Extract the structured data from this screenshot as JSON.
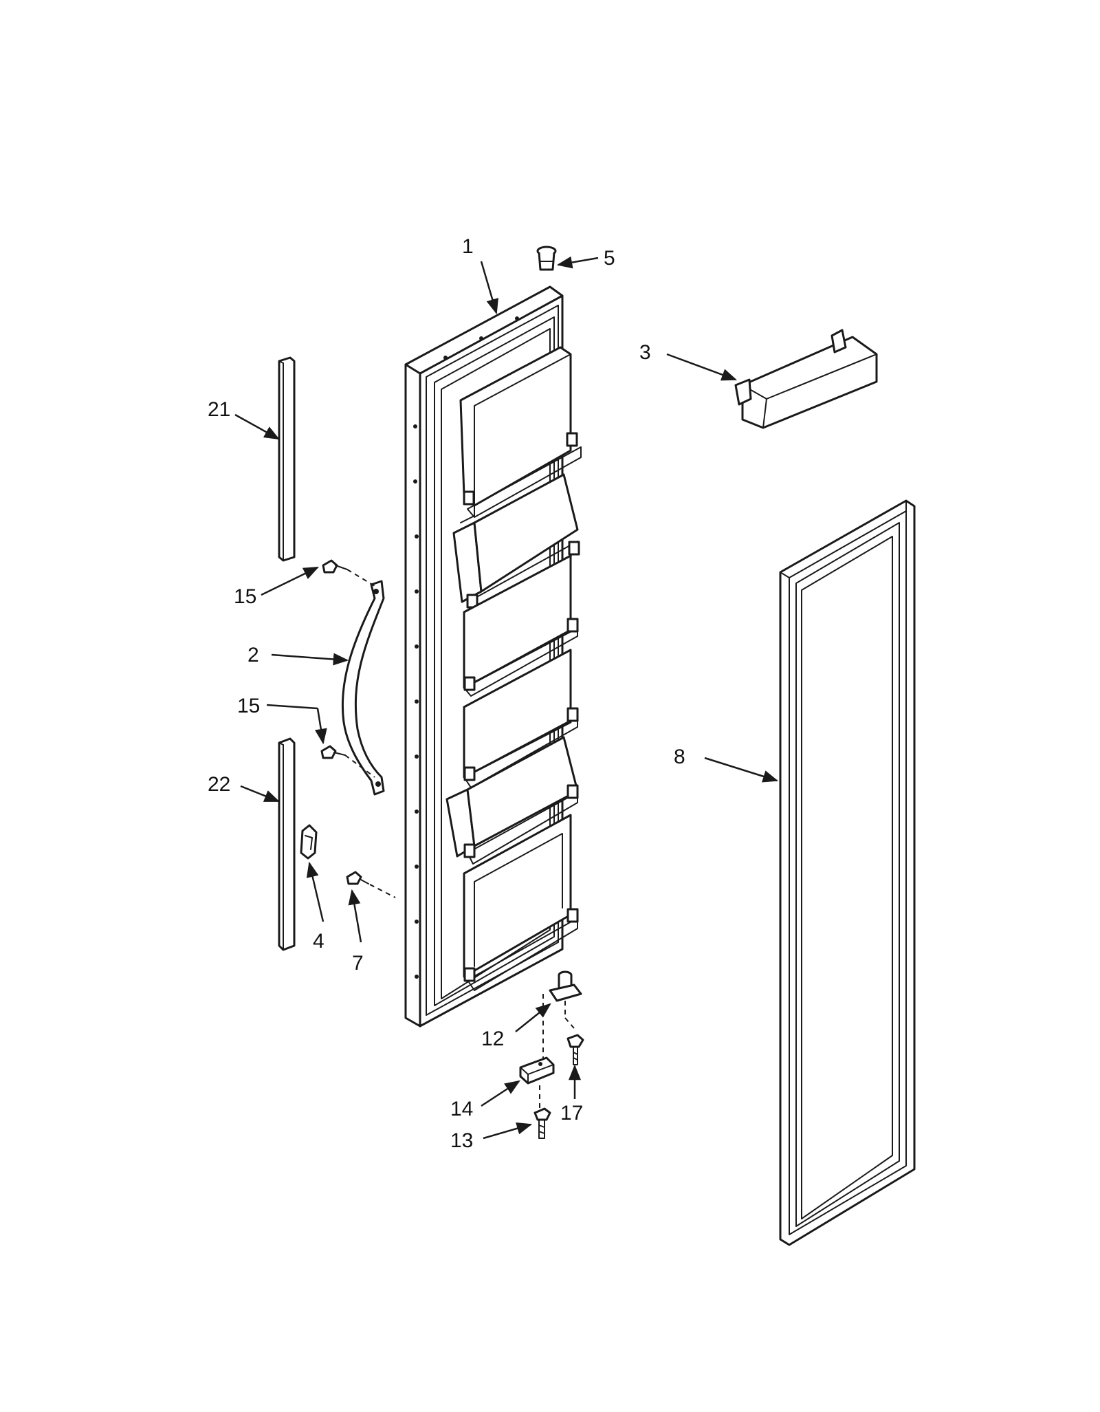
{
  "callouts": [
    {
      "id": "p1",
      "label": "1"
    },
    {
      "id": "p2",
      "label": "2"
    },
    {
      "id": "p3",
      "label": "3"
    },
    {
      "id": "p4",
      "label": "4"
    },
    {
      "id": "p5",
      "label": "5"
    },
    {
      "id": "p7",
      "label": "7"
    },
    {
      "id": "p8",
      "label": "8"
    },
    {
      "id": "p12",
      "label": "12"
    },
    {
      "id": "p13",
      "label": "13"
    },
    {
      "id": "p14",
      "label": "14"
    },
    {
      "id": "p15a",
      "label": "15"
    },
    {
      "id": "p15b",
      "label": "15"
    },
    {
      "id": "p17",
      "label": "17"
    },
    {
      "id": "p21",
      "label": "21"
    },
    {
      "id": "p22",
      "label": "22"
    }
  ],
  "colors": {
    "ink": "#1a1a1a",
    "paper": "#ffffff"
  }
}
